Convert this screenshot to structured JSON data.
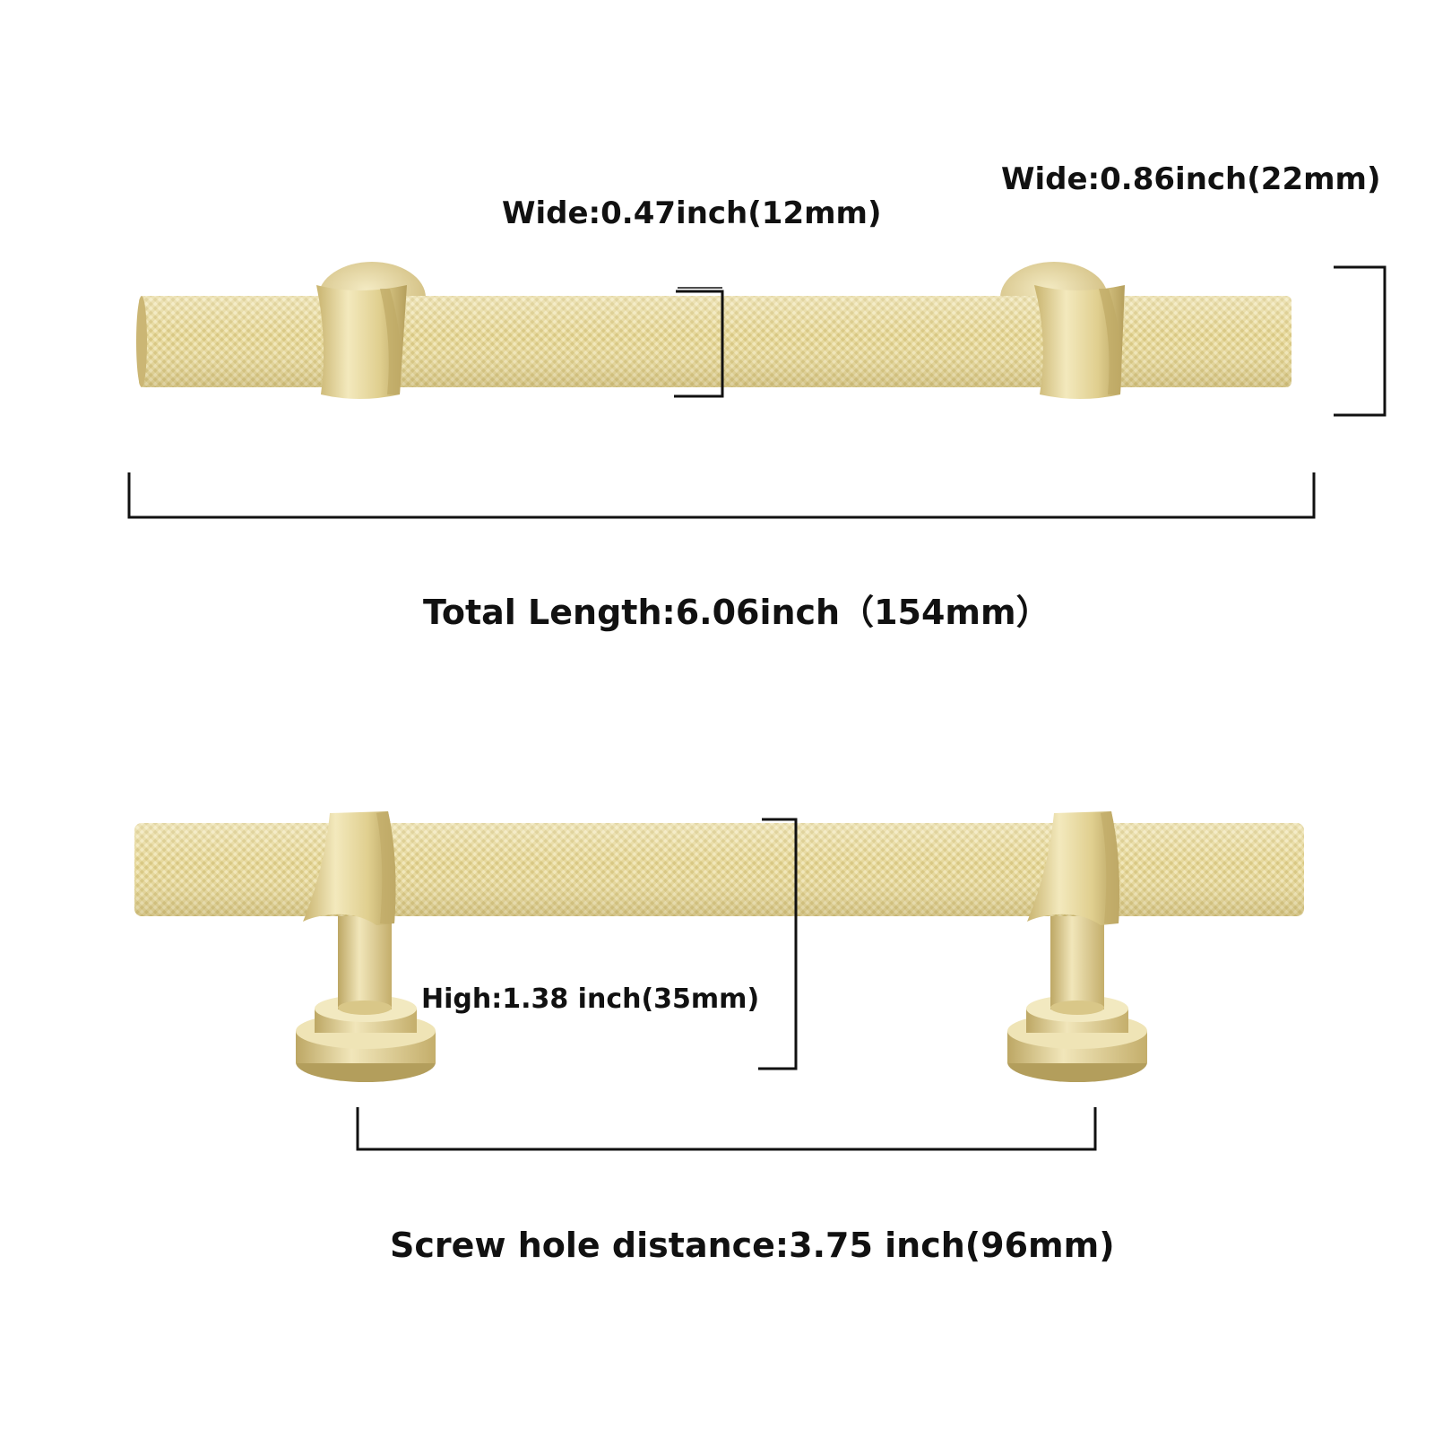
{
  "colors": {
    "gold_light": "#eee2ab",
    "gold_mid": "#dccb8a",
    "gold_dark": "#b9a361",
    "dimension_line": "#111111",
    "text": "#111111"
  },
  "dimensions": {
    "bar_width": "Wide:0.47inch(12mm)",
    "post_width": "Wide:0.86inch(22mm)",
    "total_length": "Total Length:6.06inch（154mm）",
    "height": "High:1.38 inch(35mm)",
    "screw_hole_distance": "Screw hole distance:3.75 inch(96mm)"
  }
}
